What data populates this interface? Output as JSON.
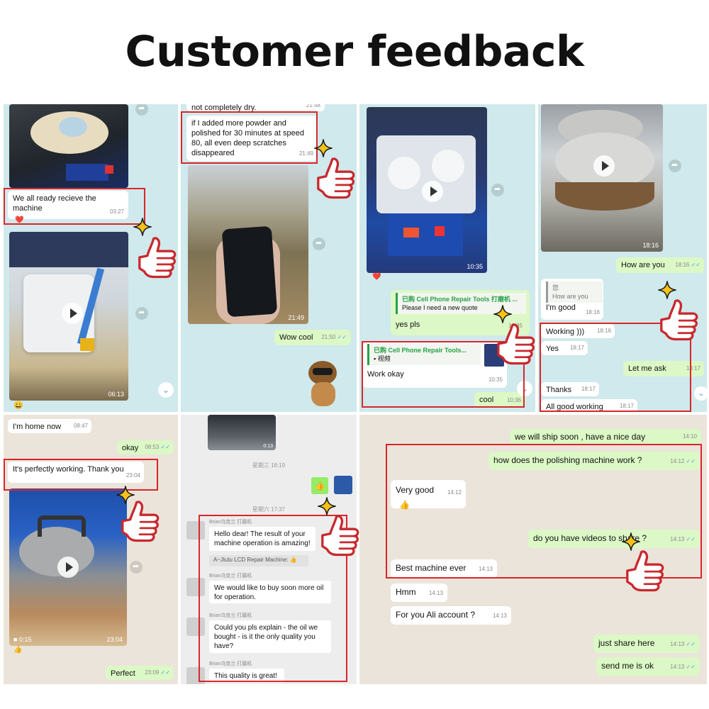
{
  "title": "Customer feedback",
  "icons": [
    "thumbs-up-icon",
    "sparkle-icon",
    "play-icon",
    "share-icon",
    "heart-icon",
    "chevron-down-icon",
    "check-icon",
    "video-camera-icon"
  ],
  "colors": {
    "highlight": "#d9262b",
    "outgoing": "#dcf8c6",
    "wechat_outgoing": "#95ec69",
    "tick": "#4fa3e0"
  },
  "p1": {
    "msg1": "We all ready recieve the machine",
    "msg1_time": "03:27",
    "msg1_emoji": "❤️",
    "video_time": "06:13",
    "emoji": "😀"
  },
  "p2": {
    "top_msg": "not completely dry.",
    "top_time": "21:48",
    "msg1": "if I added more powder and polished for 30 minutes at speed 80, all even deep scratches disappeared",
    "msg1_time": "21:49",
    "photo_time": "21:49",
    "msg2": "Wow cool",
    "msg2_time": "21:50"
  },
  "p3": {
    "video_time": "10:35",
    "heart": "❤️",
    "quote1_name": "已购 Cell Phone Repair Tools 打磨机 ...",
    "quote1_text": "Please I need a new quote",
    "reply1": "yes pls",
    "reply1_time": "10:35",
    "quote2_name": "已购 Cell Phone Repair Tools...",
    "quote2_text": "视频",
    "reply2": "Work okay",
    "reply2_time": "10:35",
    "msg3": "cool",
    "msg3_time": "10:36"
  },
  "p4": {
    "video_time": "18:16",
    "msg1": "How are you",
    "msg1_time": "18:16",
    "quote_name": "您",
    "quote_text": "How are you",
    "msg2": "I'm good",
    "msg2_time": "18:16",
    "msg3": "Working )))",
    "msg3_time": "18:16",
    "msg4": "Yes",
    "msg4_time": "18:17",
    "msg5": "Let me ask",
    "msg5_time": "18:17",
    "msg6": "Thanks",
    "msg6_time": "18:17",
    "msg7": "All good working",
    "msg7_time": "18:17"
  },
  "p5": {
    "msg1": "I'm home now",
    "msg1_time": "08:47",
    "msg2": "okay",
    "msg2_time": "08:53",
    "msg3": "It's perfectly working. Thank you",
    "msg3_time": "23:04",
    "video_len": "0:15",
    "video_time": "23:04",
    "emoji": "👍",
    "msg4": "Perfect",
    "msg4_time": "23:09"
  },
  "p6": {
    "thumb_time": "0:13",
    "day1": "星期三 18:19",
    "day2": "星期六 17:37",
    "sender": "Brian乌克兰 打磨机",
    "msg1": "Hello dear! The result of your machine operation is amazing!",
    "msg1_sub": "A~Jiutu LCD Repair Machine: 👍",
    "msg2": "We would like to buy soon more oil  for operation.",
    "msg3": "Could you pls explain  - the oil we bought - is it the only quality you have?",
    "msg4": "This quality is great!"
  },
  "p7": {
    "msg1": "we will ship soon , have a nice day",
    "msg1_time": "14:10",
    "msg2": "how does the polishing machine work ?",
    "msg2_time": "14:12",
    "msg3": "Very good",
    "msg3_time": "14:12",
    "msg3_emoji": "👍",
    "msg4": "do you have videos to share ?",
    "msg4_time": "14:13",
    "msg5": "Best machine ever",
    "msg5_time": "14:13",
    "msg6": "Hmm",
    "msg6_time": "14:13",
    "msg7": "For you Ali account ?",
    "msg7_time": "14:13",
    "msg8": "just share here",
    "msg8_time": "14:13",
    "msg9": "send me is ok",
    "msg9_time": "14:13"
  }
}
